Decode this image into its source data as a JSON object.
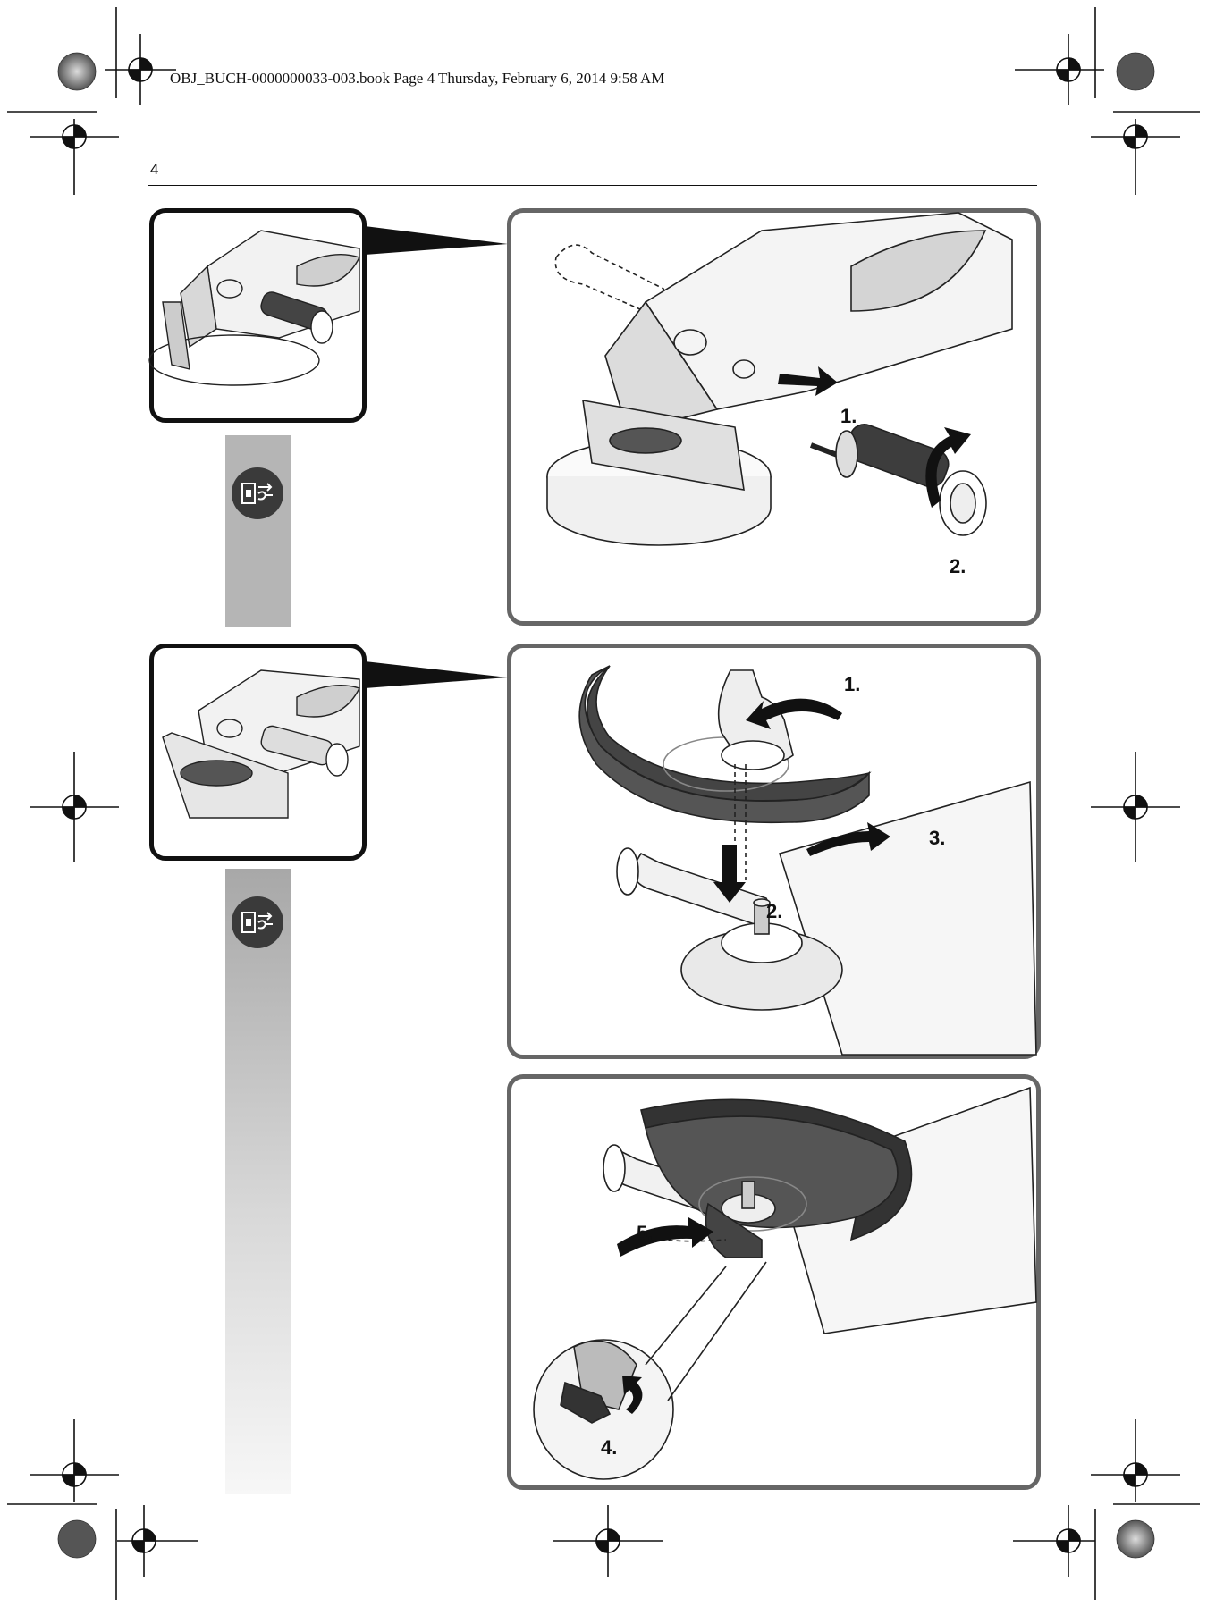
{
  "header": {
    "text": "OBJ_BUCH-0000000033-003.book  Page 4  Thursday, February 6, 2014  9:58 AM"
  },
  "page": {
    "number": "4"
  },
  "icons": {
    "register_mark": "crosshair-register-icon",
    "color_wheel": "color-wheel-icon",
    "unplug": "unplug-power-icon"
  },
  "figures": [
    {
      "steps": [
        "1.",
        "2."
      ]
    },
    {
      "steps": [
        "1.",
        "2.",
        "3."
      ]
    },
    {
      "steps": [
        "4.",
        "5."
      ]
    }
  ]
}
